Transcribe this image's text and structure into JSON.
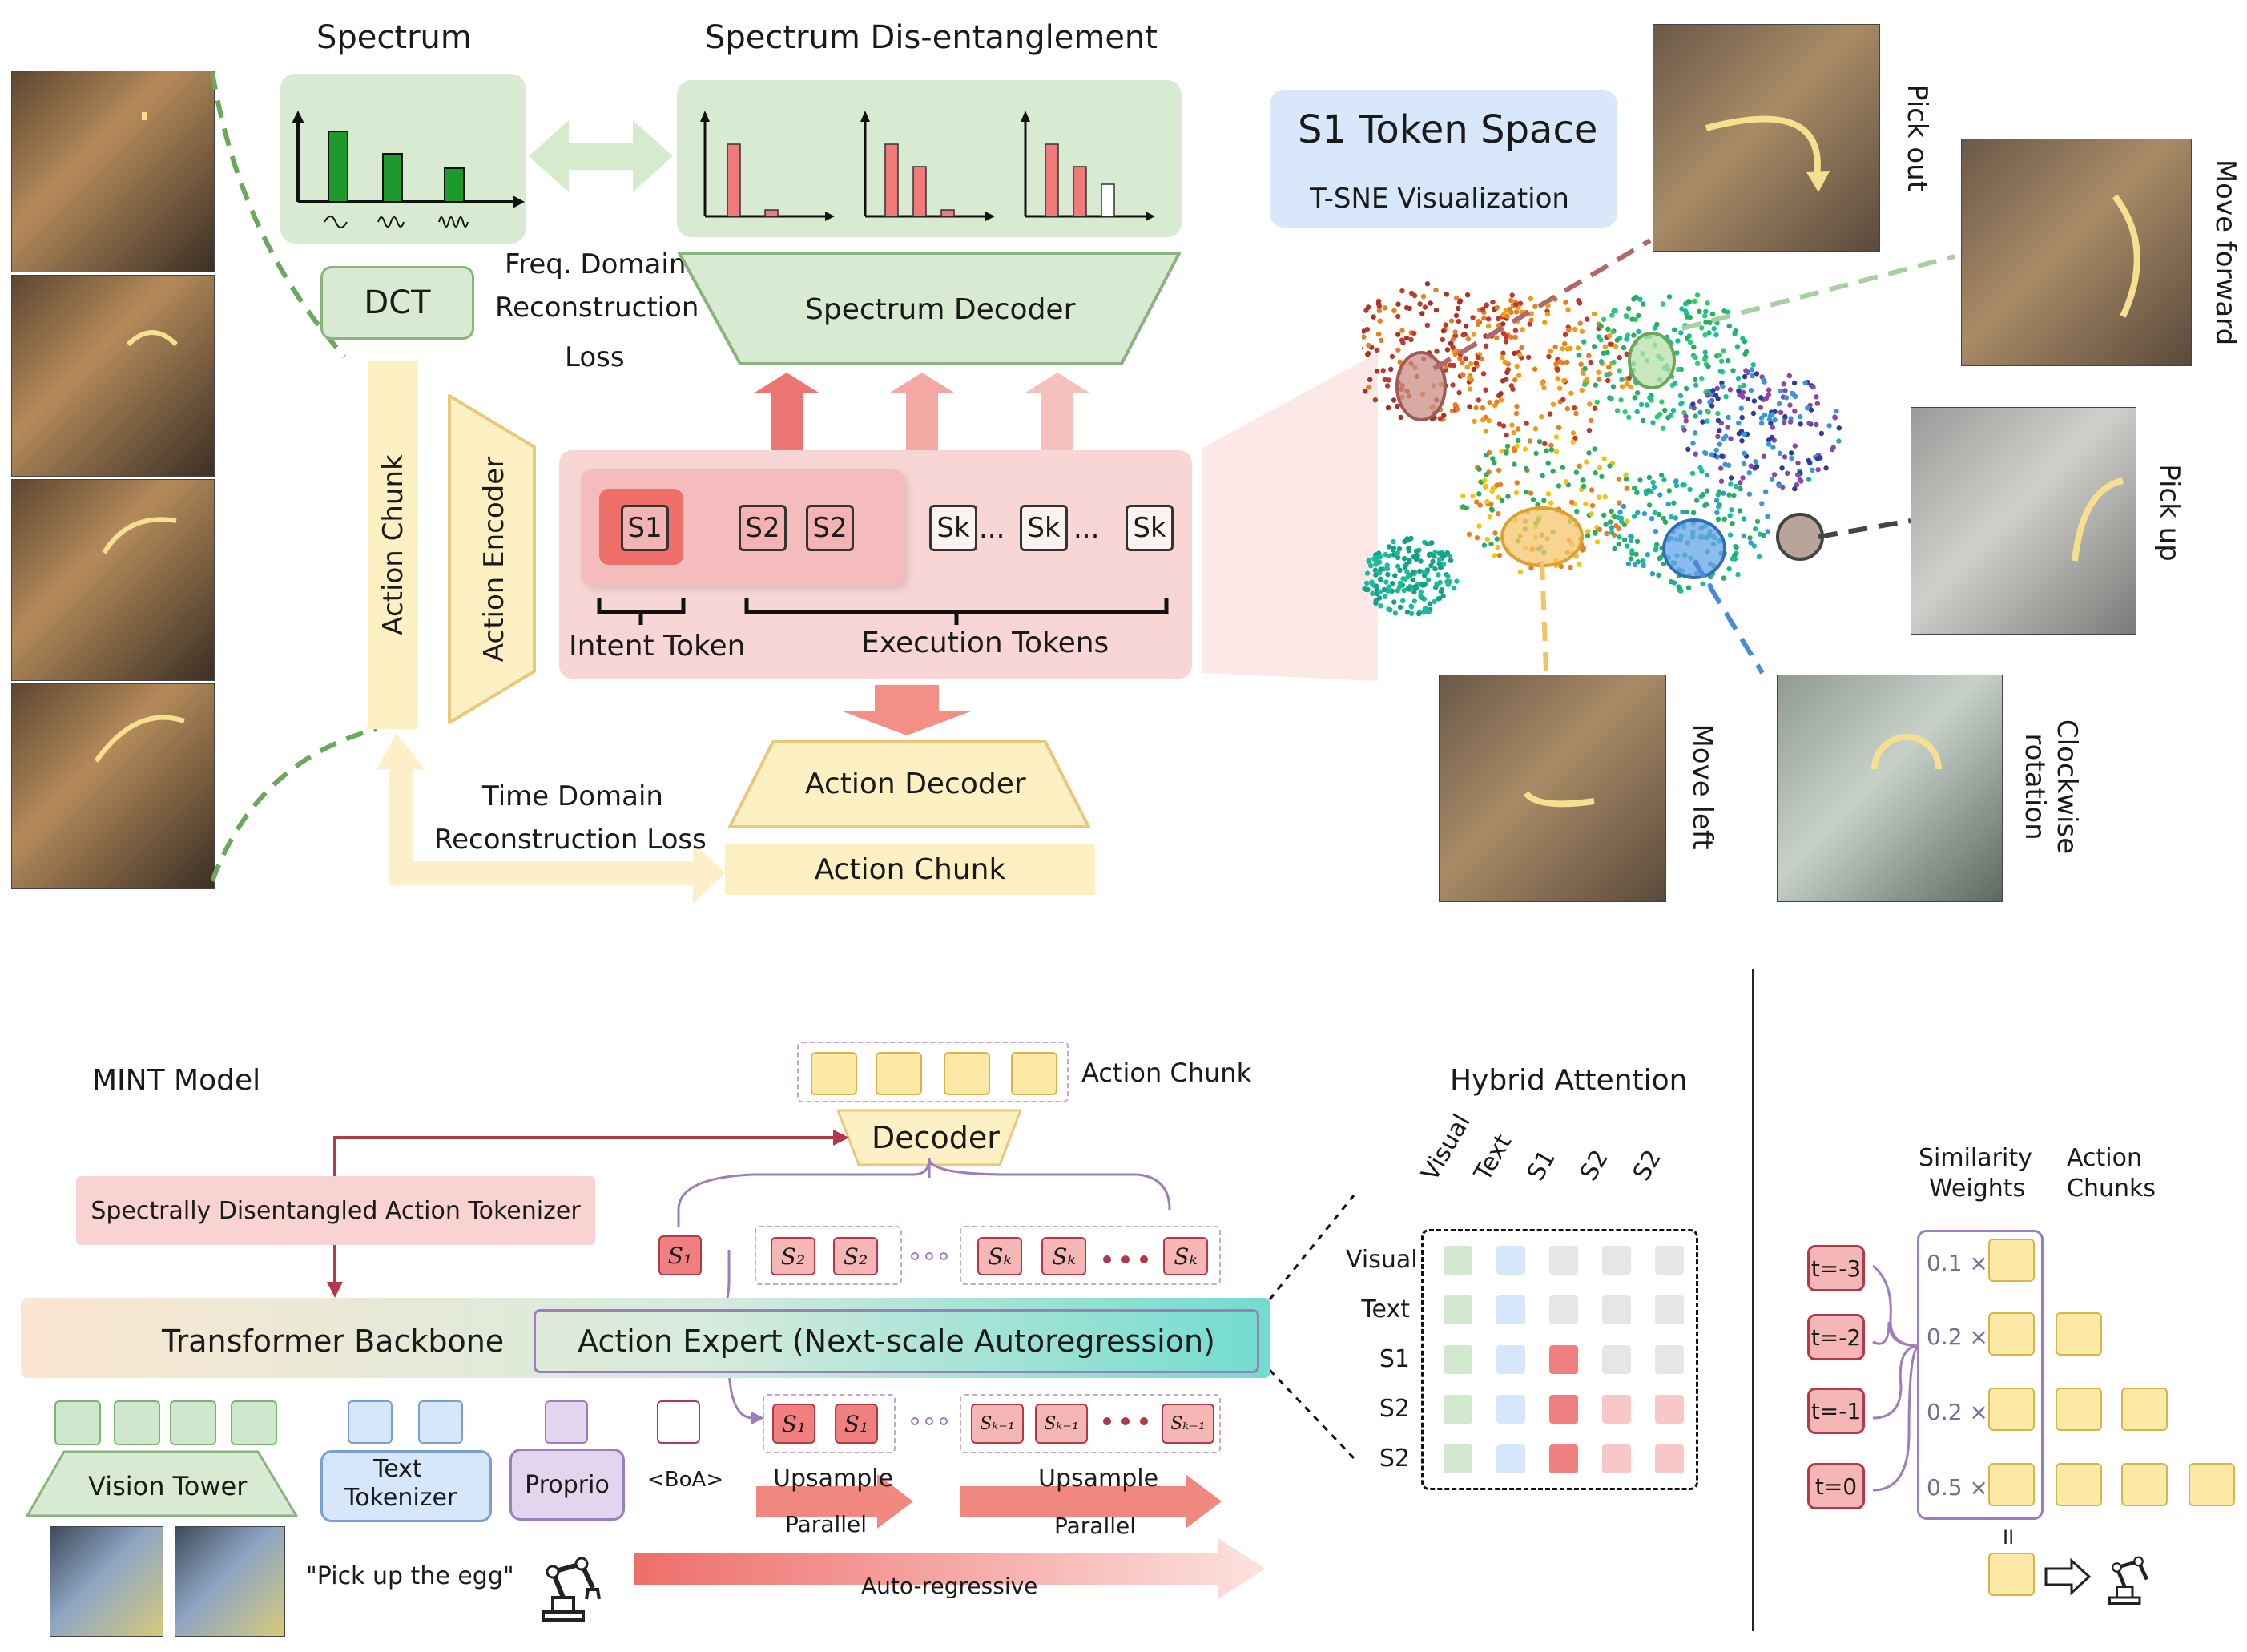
{
  "top": {
    "spectrum_title": "Spectrum",
    "disentangle_title": "Spectrum Dis-entanglement",
    "dct_label": "DCT",
    "freq_loss": [
      "Freq. Domain",
      "Reconstruction",
      "Loss"
    ],
    "spectrum_decoder": "Spectrum Decoder",
    "action_chunk_vertical": "Action Chunk",
    "action_encoder_vertical": "Action Encoder",
    "tokens": {
      "s1": "S1",
      "s2a": "S2",
      "s2b": "S2",
      "ska": "Sk",
      "skb": "Sk",
      "skc": "Sk",
      "dots1": "...",
      "dots2": "..."
    },
    "intent_token": "Intent Token",
    "execution_tokens": "Execution Tokens",
    "time_loss": [
      "Time Domain",
      "Reconstruction Loss"
    ],
    "action_decoder": "Action Decoder",
    "action_chunk": "Action Chunk",
    "token_space_title": "S1 Token Space",
    "token_space_sub": "T-SNE Visualization",
    "tasks": {
      "pick_out": "Pick out",
      "move_forward": "Move forward",
      "pick_up": "Pick up",
      "move_left": "Move left",
      "clockwise": [
        "Clockwise",
        "rotation"
      ]
    }
  },
  "bottom": {
    "mint_title": "MINT Model",
    "action_chunk": "Action Chunk",
    "decoder": "Decoder",
    "tokenizer": "Spectrally Disentangled Action Tokenizer",
    "backbone": "Transformer Backbone",
    "action_expert": "Action Expert (Next-scale Autoregression)",
    "vision_tower": "Vision Tower",
    "text_tokenizer": [
      "Text",
      "Tokenizer"
    ],
    "proprio": "Proprio",
    "boa": "<BoA>",
    "instruction": "\"Pick up the egg\"",
    "upsample_1": "Upsample",
    "upsample_2": "Upsample",
    "parallel_1": "Parallel",
    "parallel_2": "Parallel",
    "auto_regressive": "Auto-regressive",
    "upper_tokens": {
      "s1": "S₁",
      "s2a": "S₂",
      "s2b": "S₂",
      "ska": "Sₖ",
      "skb": "Sₖ",
      "skc": "Sₖ"
    },
    "lower_tokens": {
      "s1a": "S₁",
      "s1b": "S₁",
      "a": "Sₖ₋₁",
      "b": "Sₖ₋₁",
      "c": "Sₖ₋₁"
    },
    "hybrid_attention": {
      "title": "Hybrid Attention",
      "cols": [
        "Visual",
        "Text",
        "S1",
        "S2",
        "S2"
      ],
      "rows": [
        "Visual",
        "Text",
        "S1",
        "S2",
        "S2"
      ]
    },
    "ensemble": {
      "col1": [
        "Similarity",
        "Weights"
      ],
      "col2": [
        "Action",
        "Chunks"
      ],
      "times": [
        "t=-3",
        "t=-2",
        "t=-1",
        "t=0"
      ],
      "weights": [
        "0.1 ×",
        "0.2 ×",
        "0.2 ×",
        "0.5 ×"
      ],
      "equals": "II"
    }
  },
  "colors": {
    "green": "#d8ebd2",
    "pink": "#f9d6d6",
    "yellow": "#fdf0c2",
    "red": "#e8716b",
    "purple": "#9d7cc0"
  }
}
